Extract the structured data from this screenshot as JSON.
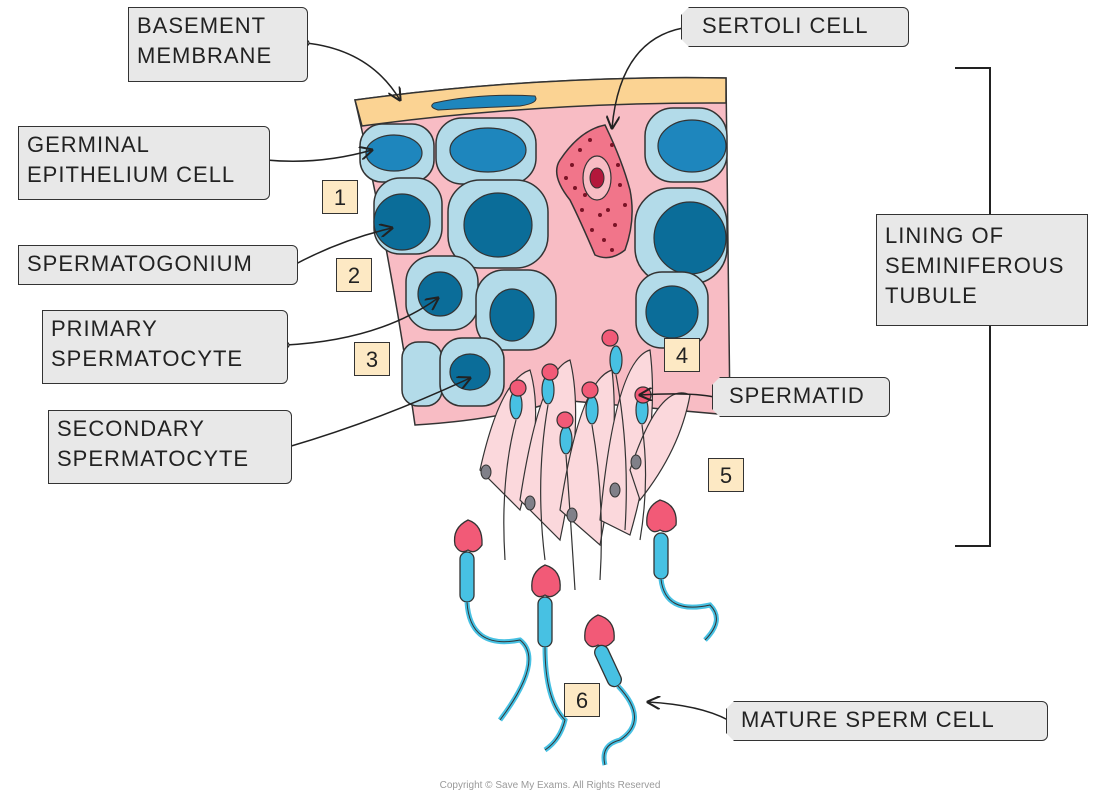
{
  "labels": {
    "basement_membrane": [
      "BASEMENT",
      "MEMBRANE"
    ],
    "sertoli_cell": [
      "SERTOLI  CELL"
    ],
    "germinal_epithelium_cell": [
      "GERMINAL",
      "EPITHELIUM CELL"
    ],
    "spermatogonium": [
      "SPERMATOGONIUM"
    ],
    "primary_spermatocyte": [
      "PRIMARY",
      "SPERMATOCYTE"
    ],
    "secondary_spermatocyte": [
      "SECONDARY",
      "SPERMATOCYTE"
    ],
    "spermatid": [
      "SPERMATID"
    ],
    "lining": [
      "LINING OF",
      "SEMINIFEROUS",
      "TUBULE"
    ],
    "mature_sperm_cell": [
      "MATURE  SPERM  CELL"
    ]
  },
  "stage_numbers": [
    "1",
    "2",
    "3",
    "4",
    "5",
    "6"
  ],
  "copyright": "Copyright © Save My Exams. All Rights Reserved",
  "colors": {
    "membrane": "#fbd393",
    "tissue": "#f8bcc4",
    "cell_outer": "#b3dbe9",
    "nucleus": "#0b6d99",
    "sperm_body": "#47c1e3",
    "sperm_head": "#f25a77",
    "sertoli": "#f1758a"
  }
}
